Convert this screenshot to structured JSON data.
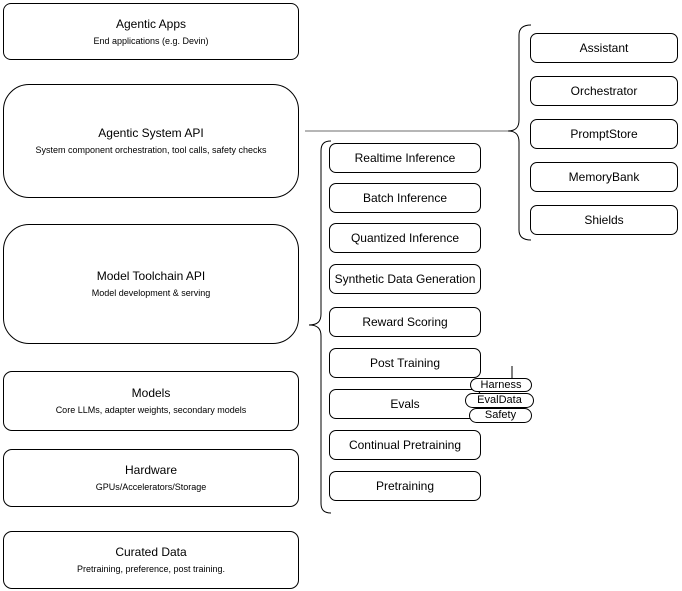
{
  "colors": {
    "node_border": "#000000",
    "node_fill": "#ffffff",
    "connector_line": "#6e6e6e",
    "brace_stroke": "#000000"
  },
  "left_stack": [
    {
      "title": "Agentic Apps",
      "subtitle": "End applications (e.g. Devin)"
    },
    {
      "title": "Agentic System API",
      "subtitle": "System component orchestration, tool calls, safety checks"
    },
    {
      "title": "Model Toolchain API",
      "subtitle": "Model development & serving"
    },
    {
      "title": "Models",
      "subtitle": "Core LLMs, adapter weights, secondary models"
    },
    {
      "title": "Hardware",
      "subtitle": "GPUs/Accelerators/Storage"
    },
    {
      "title": "Curated Data",
      "subtitle": "Pretraining, preference, post training."
    }
  ],
  "toolchain_components": [
    "Realtime Inference",
    "Batch Inference",
    "Quantized Inference",
    "Synthetic Data Generation",
    "Reward Scoring",
    "Post Training",
    "Evals",
    "Continual Pretraining",
    "Pretraining"
  ],
  "system_components": [
    "Assistant",
    "Orchestrator",
    "PromptStore",
    "MemoryBank",
    "Shields"
  ],
  "eval_tags": [
    "Harness",
    "EvalData",
    "Safety"
  ]
}
